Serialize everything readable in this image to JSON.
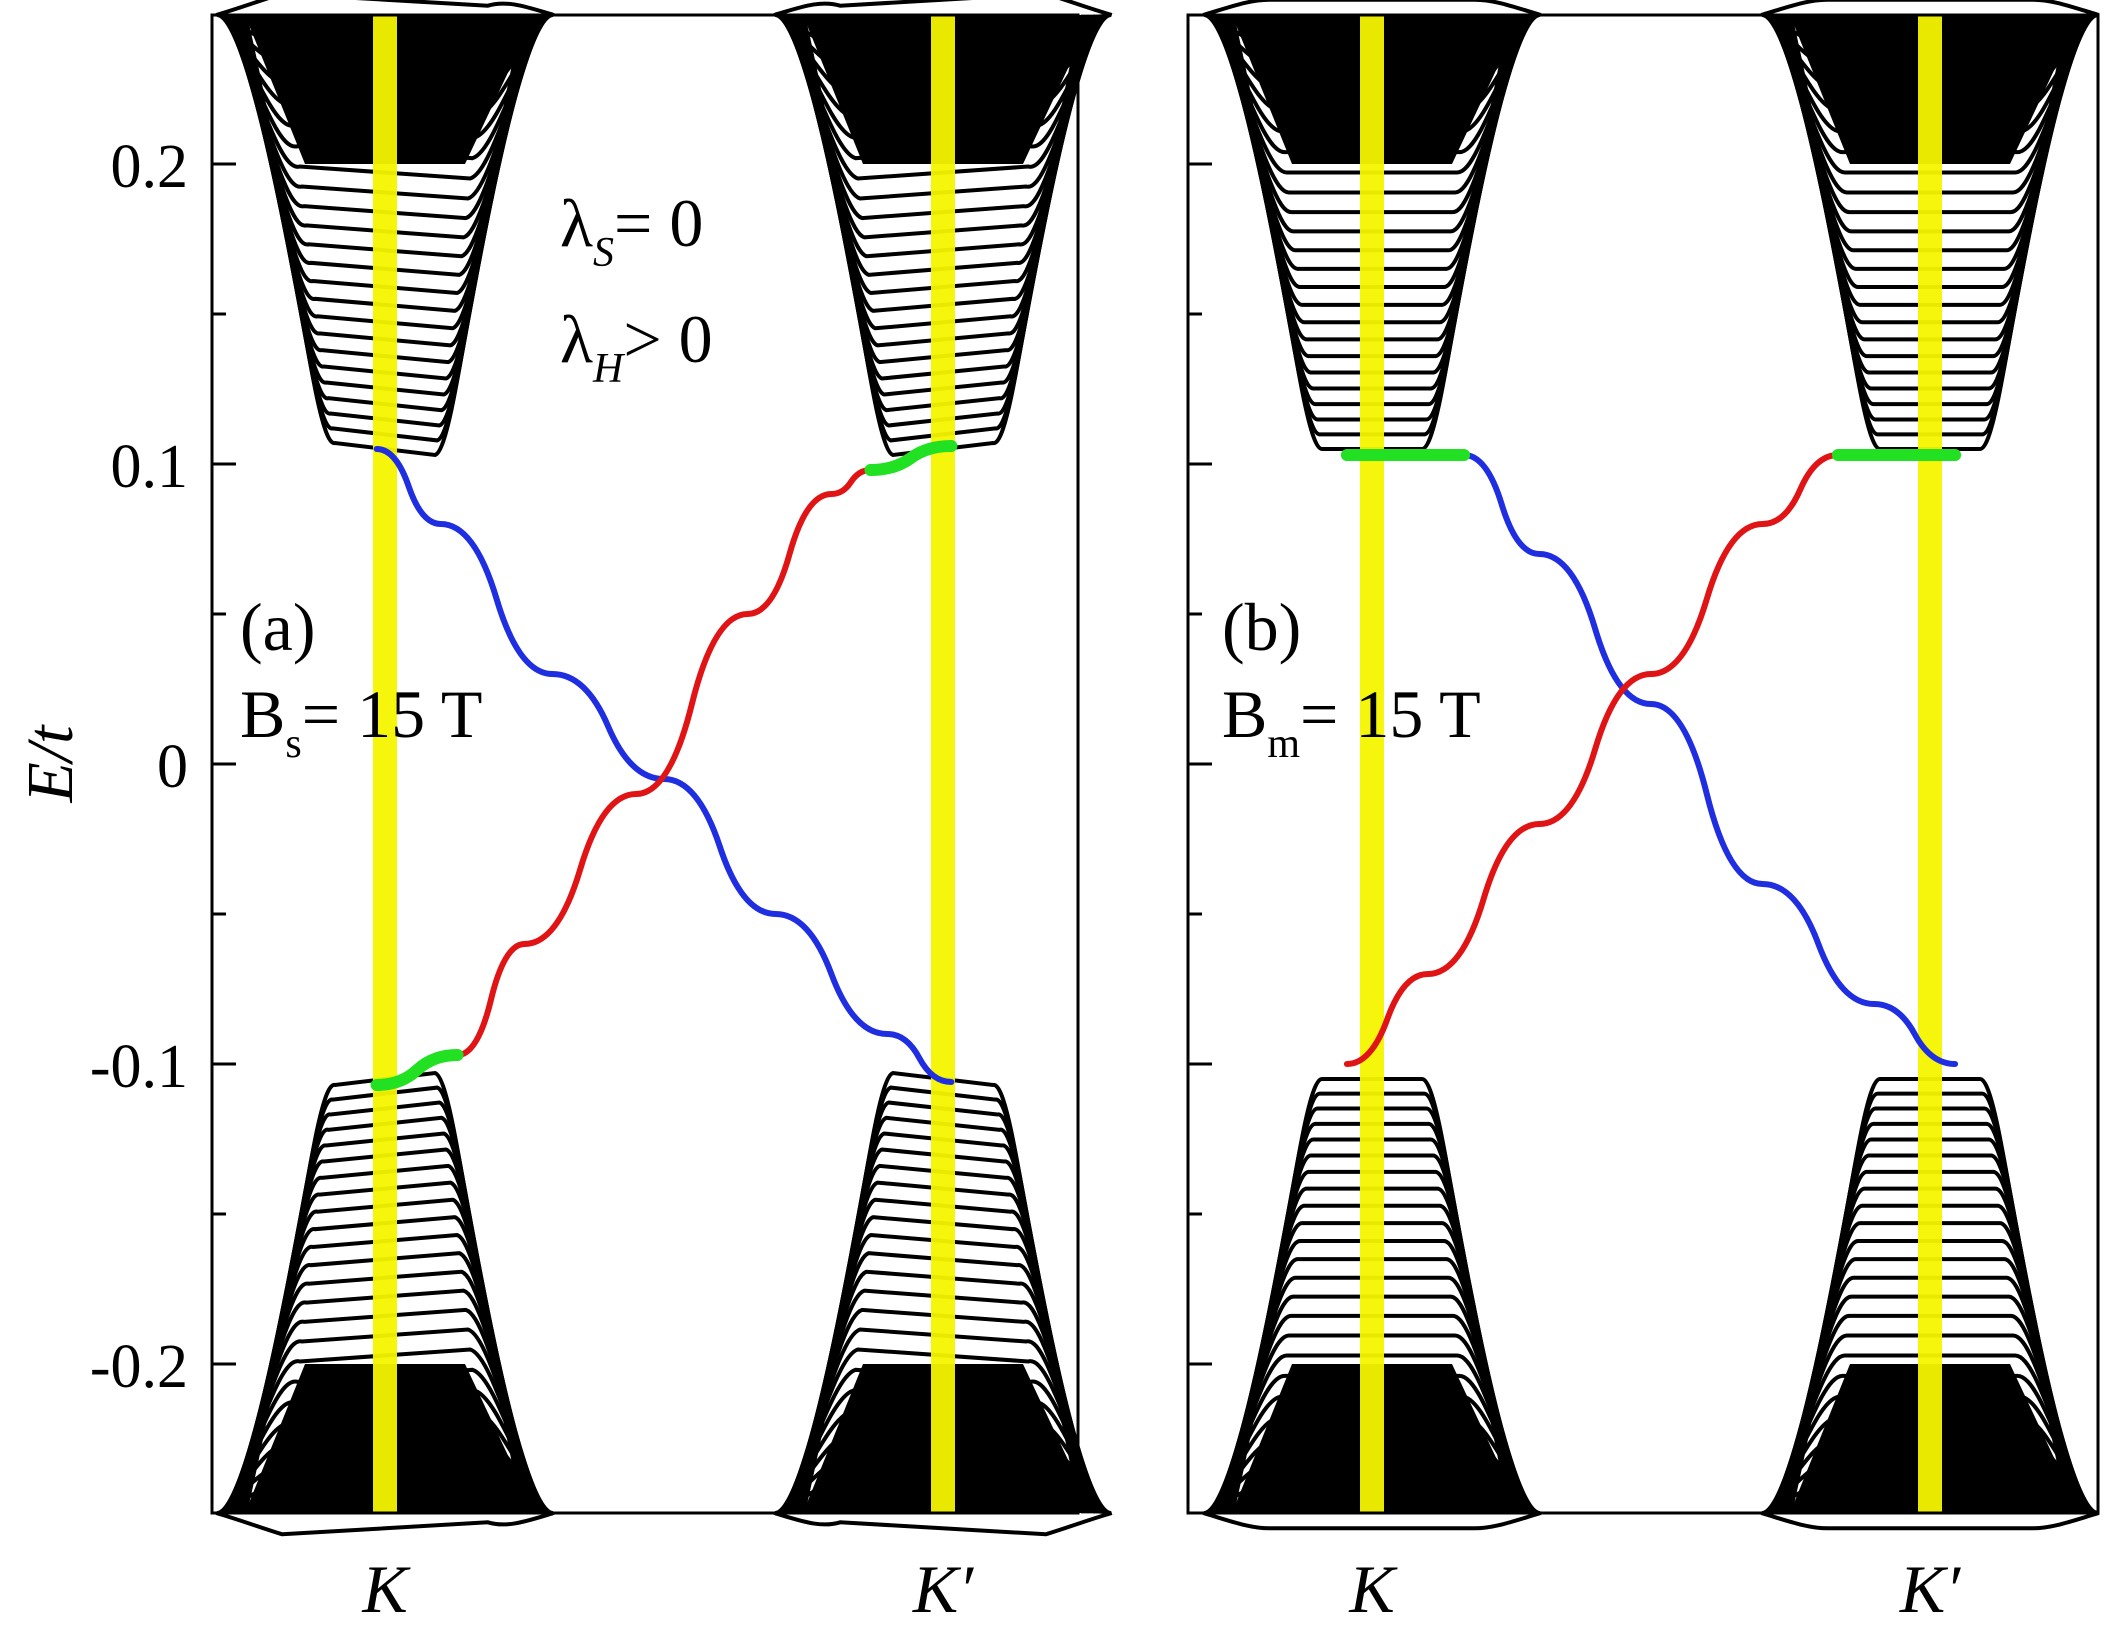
{
  "figure": {
    "ylabel": "E/t",
    "y_ticks": [
      "0.2",
      "0.1",
      "0",
      "-0.1",
      "-0.2"
    ],
    "k_labels": [
      "K",
      "K′"
    ]
  },
  "annotations": {
    "panel_a": "(a)",
    "panel_b": "(b)",
    "field_a_main": "B",
    "field_a_sub": "s",
    "field_a_rest": "= 15 T",
    "field_b_main": "B",
    "field_b_sub": "m",
    "field_b_rest": "= 15 T",
    "lambda_s_main": "λ",
    "lambda_s_sub": "S",
    "lambda_s_rest": "= 0",
    "lambda_h_main": "λ",
    "lambda_h_sub": "H",
    "lambda_h_rest": "> 0"
  },
  "colors": {
    "bulk": "#000000",
    "edge_blue": "#1f2ee0",
    "edge_red": "#e01414",
    "edge_green": "#22e022",
    "valley_highlight": "#f5f500"
  },
  "chart_data": [
    {
      "panel": "(a)",
      "type": "line",
      "ylabel": "E/t",
      "ylim": [
        -0.25,
        0.25
      ],
      "x_ticks": [
        "K",
        "K′"
      ],
      "field": "Bs = 15 T",
      "params": [
        "λS = 0",
        "λH > 0"
      ],
      "series": [
        {
          "color": "blue",
          "points": [
            [
              -1.03,
              0.105
            ],
            [
              -0.8,
              0.08
            ],
            [
              -0.4,
              0.03
            ],
            [
              0.0,
              -0.005
            ],
            [
              0.4,
              -0.05
            ],
            [
              0.8,
              -0.09
            ],
            [
              1.03,
              -0.106
            ]
          ]
        },
        {
          "color": "red",
          "points": [
            [
              -0.74,
              -0.097
            ],
            [
              -0.5,
              -0.06
            ],
            [
              -0.1,
              -0.01
            ],
            [
              0.3,
              0.05
            ],
            [
              0.6,
              0.09
            ],
            [
              0.74,
              0.098
            ]
          ]
        },
        {
          "color": "green",
          "points": [
            [
              -1.03,
              -0.107
            ],
            [
              -0.74,
              -0.097
            ]
          ]
        },
        {
          "color": "green",
          "points": [
            [
              0.74,
              0.098
            ],
            [
              1.03,
              0.106
            ]
          ]
        }
      ]
    },
    {
      "panel": "(b)",
      "type": "line",
      "ylabel": "E/t",
      "ylim": [
        -0.25,
        0.25
      ],
      "x_ticks": [
        "K",
        "K′"
      ],
      "field": "Bm = 15 T",
      "series": [
        {
          "color": "blue",
          "points": [
            [
              -0.67,
              0.103
            ],
            [
              -0.4,
              0.07
            ],
            [
              0.0,
              0.02
            ],
            [
              0.4,
              -0.04
            ],
            [
              0.8,
              -0.08
            ],
            [
              1.09,
              -0.1
            ]
          ]
        },
        {
          "color": "red",
          "points": [
            [
              -1.09,
              -0.1
            ],
            [
              -0.8,
              -0.07
            ],
            [
              -0.4,
              -0.02
            ],
            [
              0.0,
              0.03
            ],
            [
              0.4,
              0.08
            ],
            [
              0.67,
              0.103
            ]
          ]
        },
        {
          "color": "green",
          "points": [
            [
              -1.09,
              0.103
            ],
            [
              -0.67,
              0.103
            ]
          ]
        },
        {
          "color": "green",
          "points": [
            [
              0.67,
              0.103
            ],
            [
              1.09,
              0.103
            ]
          ]
        }
      ]
    }
  ]
}
